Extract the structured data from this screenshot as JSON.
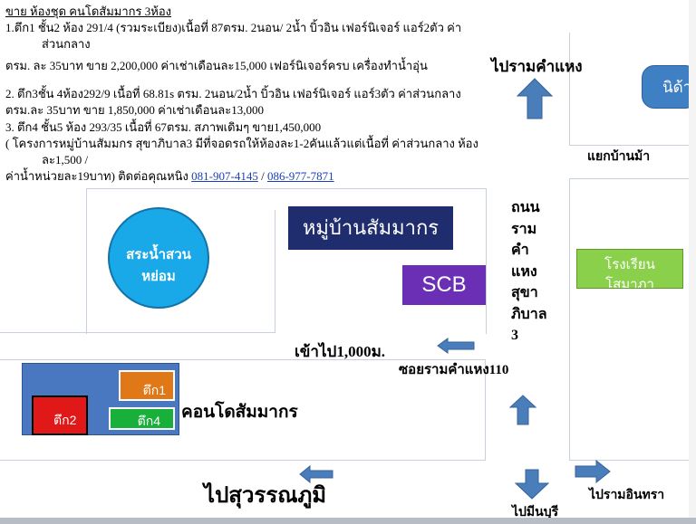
{
  "header": {
    "title": "ขาย ห้องชุด คนโดสัมมากร 3ห้อง",
    "line1a": "1.ตึก1 ชั้น2 ห้อง 291/4 (รวมระเบียง)เนื้อที่ 87ตรม. 2นอน/ 2น้ำ บิ้วอิน เฟอร์นิเจอร์ แอร์2ตัว ค่า",
    "line1b": "ส่วนกลาง",
    "line1c": "ตรม. ละ 35บาท ขาย 2,200,000 ค่าเช่าเดือนละ15,000  เฟอร์นิเจอร์ครบ เครื่องทำน้ำอุ่น",
    "line2a": "2. ตึก3ชั้น 4ห้อง292/9 เนื้อที่ 68.81s ตรม.  2นอน/2น้ำ บิ้วอิน เฟอร์นิเจอร์ แอร์3ตัว ค่าส่วนกลาง",
    "line2b": "ตรม.ละ 35บาท ขาย 1,850,000 ค่าเช่าเดือนละ13,000",
    "line3": "3. ตึก4 ชั้น5 ห้อง 293/35 เนื้อที่ 67ตรม. สภาพเดิมๆ ขาย1,450,000",
    "line4a": "( โครงการหมู่บ้านสัมมกร สุขาภิบาล3 มีที่จอดรถให้ห้องละ1-2คันแล้วแต่เนื้อที่ ค่าส่วนกลาง ห้อง",
    "line4b": "ละ1,500 /",
    "line5_prefix": "ค่าน้ำหน่วยละ19บาท)  ติดต่อคุณหนิง ",
    "phone1": "081-907-4145",
    "phone_sep": " / ",
    "phone2": "086-977-7871"
  },
  "map": {
    "to_ramkhamhaeng": "ไปรามคำแหง",
    "nida": "นิด้า",
    "ban_ma_junction": "แยกบ้านม้า",
    "village": "หมู่บ้านสัมมากร",
    "park_line1": "สระน้ำสวน",
    "park_line2": "หย่อม",
    "bank": "SCB",
    "road_vertical": [
      "ถนน",
      "ราม",
      "คำ",
      "แหง",
      "สุขา",
      "ภิบาล",
      "3"
    ],
    "school": "โรงเรียนโสมาภา",
    "enter_distance": "เข้าไป1,000ม.",
    "soi": "ซอยรามคำแหง110",
    "condo": "คอนโดสัมมากร",
    "building1": "ตึก1",
    "building2": "ตึก2",
    "building4": "ตึก4",
    "to_suvarnabhumi": "ไปสุวรรณภูมิ",
    "to_minburi": "ไปมีนบุรี",
    "to_ram_inthra": "ไปรามอินทรา"
  },
  "colors": {
    "arrow_blue": "#4a7ebb",
    "village_navy": "#1f2c6e",
    "park_cyan": "#19a8e8",
    "bank_purple": "#6a2fb5",
    "school_green": "#8bd04a",
    "nida_blue": "#3f7fc4",
    "condo_blue": "#4a78c0",
    "building_orange": "#e07818",
    "building_red": "#e01818",
    "building_green": "#18b03a",
    "link_blue": "#1a3fb8"
  }
}
